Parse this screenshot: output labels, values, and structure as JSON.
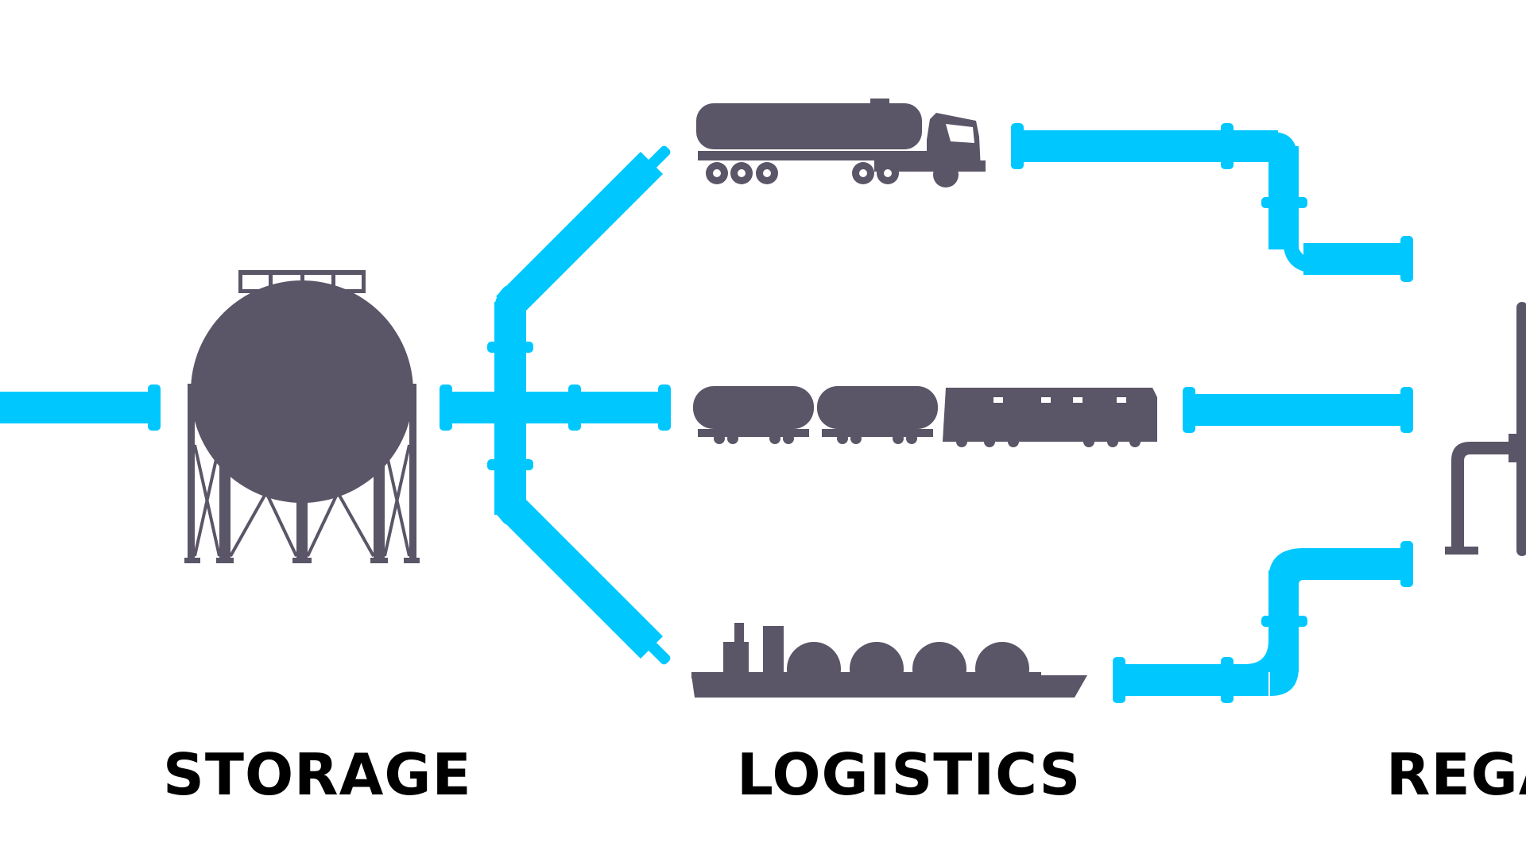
{
  "stages": [
    {
      "id": "storage",
      "label": "STORAGE"
    },
    {
      "id": "logistics",
      "label": "LOGISTICS"
    },
    {
      "id": "regas",
      "label": "REGA"
    }
  ],
  "icons": {
    "storage": "spherical-storage-tank-icon",
    "truck": "tanker-truck-icon",
    "train": "tank-train-icon",
    "ship": "lng-carrier-ship-icon",
    "regas": "regasification-unit-icon"
  },
  "colors": {
    "pipe": "#00c8ff",
    "silhouette": "#5a5567",
    "text": "#000000",
    "background": "#ffffff"
  }
}
